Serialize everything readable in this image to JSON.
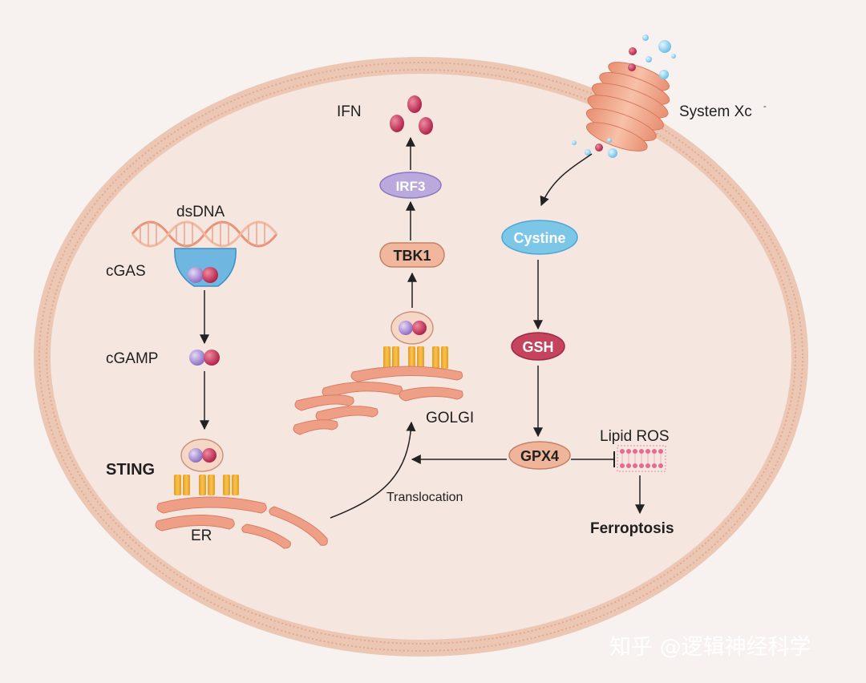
{
  "labels": {
    "ifn": "IFN",
    "system_xc": "System Xc",
    "system_xc_sup": "-",
    "dsdna": "dsDNA",
    "cgas": "cGAS",
    "cgamp": "cGAMP",
    "sting": "STING",
    "er": "ER",
    "golgi": "GOLGI",
    "translocation": "Translocation",
    "lipid_ros": "Lipid ROS",
    "ferroptosis": "Ferroptosis"
  },
  "pills": {
    "irf3": "IRF3",
    "tbk1": "TBK1",
    "cystine": "Cystine",
    "gsh": "GSH",
    "gpx4": "GPX4"
  },
  "watermark": "知乎 @逻辑神经科学",
  "colors": {
    "background": "#f7f2ef",
    "cell_fill": "#f6e6e0",
    "membrane": "#ecc7b4",
    "membrane_dots": "#e2a98f",
    "irf3": "#b9a9dc",
    "tbk1": "#f0b79c",
    "cystine": "#7cc6e8",
    "gsh": "#c5435d",
    "gpx4": "#efb59a",
    "organelle": "#ee9f86",
    "sting_yellow": "#f2b238",
    "ifn_dot": "#c43b5c",
    "cgamp_purple": "#a98ed2",
    "cgamp_red": "#c7365b"
  }
}
